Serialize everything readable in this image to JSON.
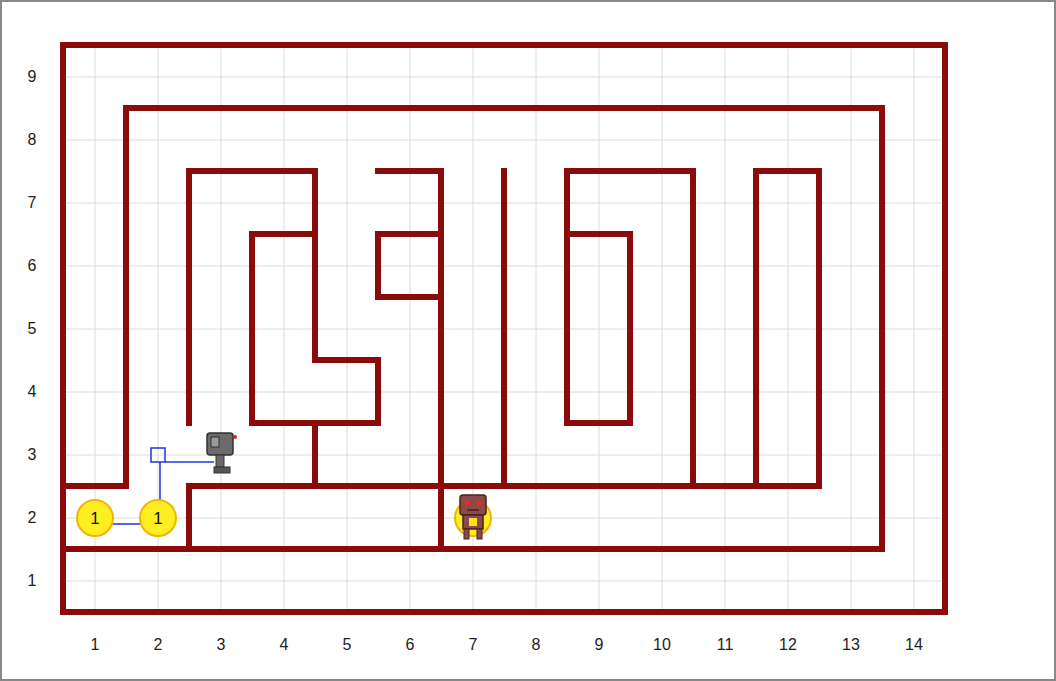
{
  "diagram": {
    "nodes": [
      {
        "text": [
          "1"
        ]
      },
      {
        "text": [
          "1"
        ]
      }
    ],
    "labels": [
      "9",
      "8",
      "7",
      "6",
      "5",
      "4",
      "3",
      "2",
      "1",
      "1",
      "2",
      "3",
      "4",
      "5",
      "6",
      "7",
      "8",
      "9",
      "10",
      "11",
      "12",
      "13",
      "14"
    ]
  }
}
